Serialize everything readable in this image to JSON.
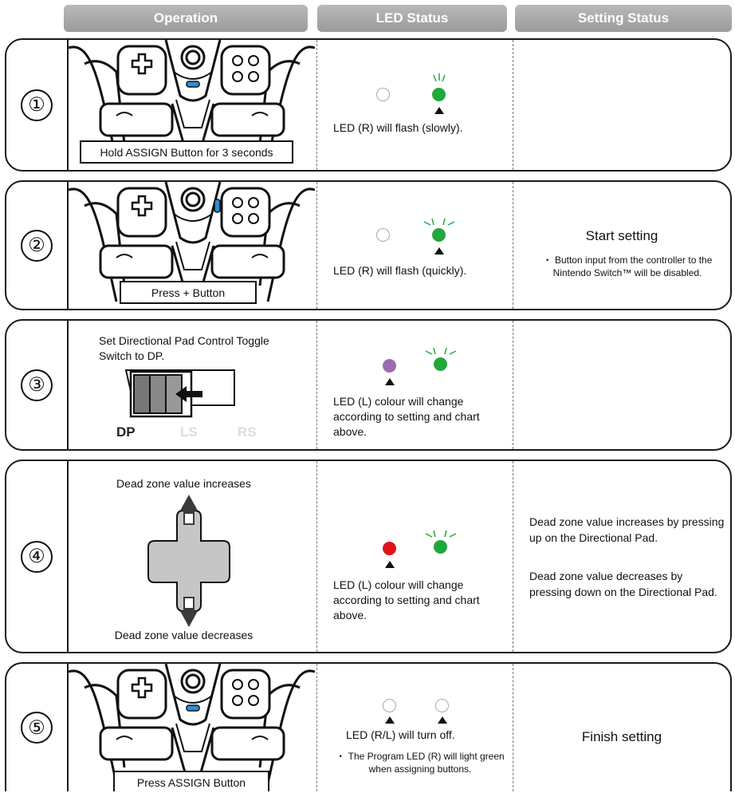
{
  "headers": {
    "operation": "Operation",
    "led_status": "LED Status",
    "setting_status": "Setting Status"
  },
  "rows": [
    {
      "num": "①",
      "caption": "Hold ASSIGN Button for 3 seconds",
      "led_text": "LED (R) will flash (slowly).",
      "setting_title": "",
      "setting_note": ""
    },
    {
      "num": "②",
      "caption": "Press + Button",
      "led_text": "LED (R) will flash (quickly).",
      "setting_title": "Start setting",
      "setting_note": "・ Button input from the controller to the Nintendo Switch™ will be disabled."
    },
    {
      "num": "③",
      "op_text": "Set Directional Pad Control Toggle Switch to DP.",
      "switch_labels": [
        "DP",
        "LS",
        "RS"
      ],
      "led_text": "LED (L) colour will change according to setting and chart above."
    },
    {
      "num": "④",
      "op_top": "Dead zone value increases",
      "op_bottom": "Dead zone value decreases",
      "led_text": "LED (L) colour will change according to setting and chart above.",
      "setting_up": "Dead zone value increases by pressing up on the Directional Pad.",
      "setting_down": "Dead zone value decreases by pressing down on the Directional Pad."
    },
    {
      "num": "⑤",
      "caption": "Press ASSIGN Button",
      "led_text": "LED (R/L) will turn off.",
      "led_note": "・ The Program LED (R) will light green when assigning buttons.",
      "setting_title": "Finish setting"
    }
  ],
  "colors": {
    "green": "#21a83a",
    "purple": "#9c6bb0",
    "red": "#e0141c",
    "header_gray": "#a8a8a8",
    "assign_blue": "#2a8fd8"
  }
}
